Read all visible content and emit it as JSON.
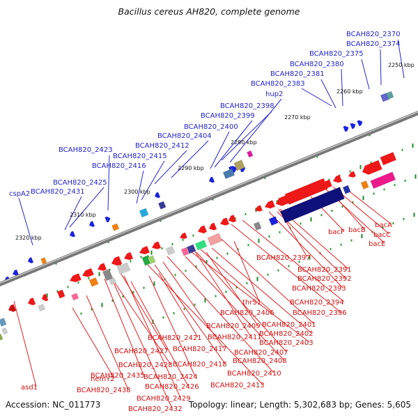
{
  "title": "Bacillus cereus AH820, complete genome",
  "accession": "Accession: NC_011773",
  "summary": "Topology: linear; Length: 5,302,683 bp; Genes: 5,605",
  "kbp_ticks": [
    "2250 kbp",
    "2260 kbp",
    "2270 kbp",
    "2280 kbp",
    "2290 kbp",
    "2300 kbp",
    "2310 kbp",
    "2320 kbp"
  ],
  "upper_labels": [
    "BCAH820_2370",
    "BCAH820_2374",
    "BCAH820_2375",
    "BCAH820_2380",
    "BCAH820_2381",
    "BCAH820_2383",
    "hup2",
    "BCAH820_2398",
    "BCAH820_2399",
    "BCAH820_2400",
    "BCAH820_2404",
    "BCAH820_2412",
    "BCAH820_2415",
    "BCAH820_2416",
    "BCAH820_2423",
    "BCAH820_2425",
    "BCAH820_2431",
    "cspA2"
  ],
  "lower_labels": [
    "bacA",
    "bacC",
    "bacE",
    "bacB",
    "bacF",
    "BCAH820_2397",
    "BCAH820_2391",
    "BCAH820_2392",
    "BCAH820_2393",
    "BCAH820_2394",
    "BCAH820_2396",
    "thrS1",
    "BCAH820_2406",
    "BCAH820_2401",
    "BCAH820_2409",
    "BCAH820_2402",
    "BCAH820_2411",
    "BCAH820_2403",
    "BCAH820_2421",
    "BCAH820_2407",
    "BCAH820_2417",
    "BCAH820_2427",
    "BCAH820_2408",
    "BCAH820_2418",
    "BCAH820_2428",
    "BCAH820_2410",
    "hemY2",
    "BCAH820_2424",
    "BCAH820_2435",
    "BCAH820_2426",
    "BCAH820_2413",
    "BCAH820_2438",
    "BCAH820_2429",
    "BCAH820_2432",
    "asd1"
  ]
}
